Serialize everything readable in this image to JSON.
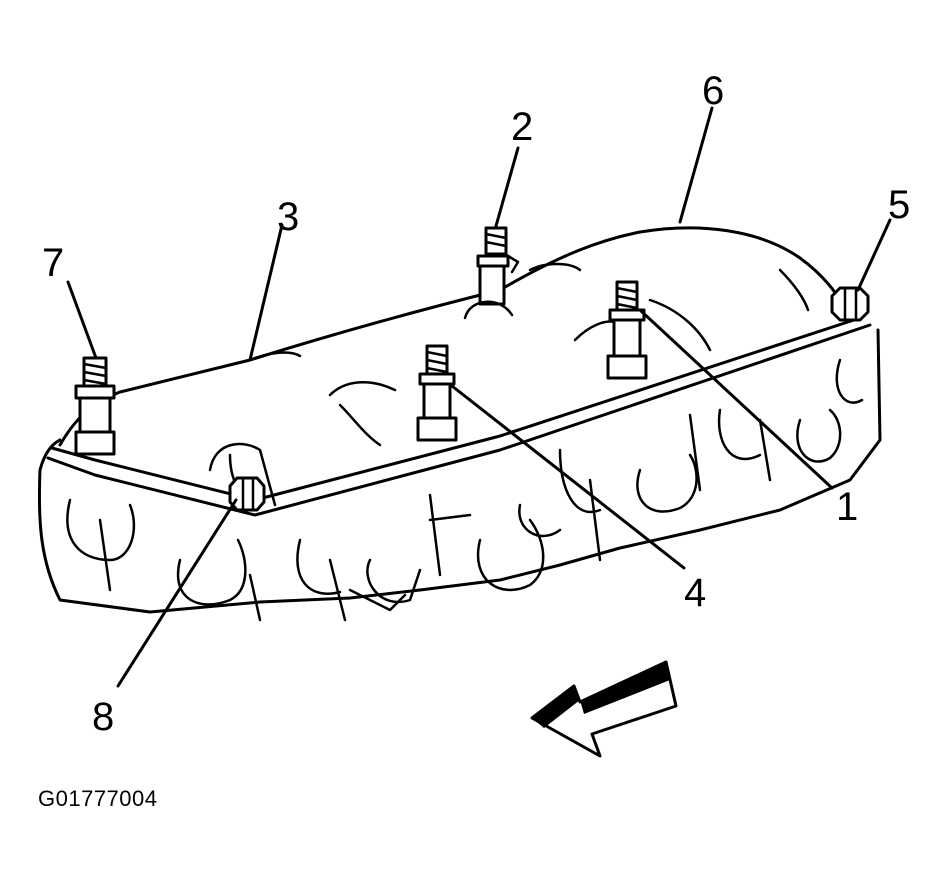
{
  "figure": {
    "id": "G01777004"
  },
  "callouts": [
    {
      "num": "1"
    },
    {
      "num": "2"
    },
    {
      "num": "3"
    },
    {
      "num": "4"
    },
    {
      "num": "5"
    },
    {
      "num": "6"
    },
    {
      "num": "7"
    },
    {
      "num": "8"
    }
  ],
  "colors": {
    "ink": "#000000",
    "paper": "#ffffff"
  },
  "icons": {
    "direction_arrow": "front-direction-arrow-icon"
  }
}
